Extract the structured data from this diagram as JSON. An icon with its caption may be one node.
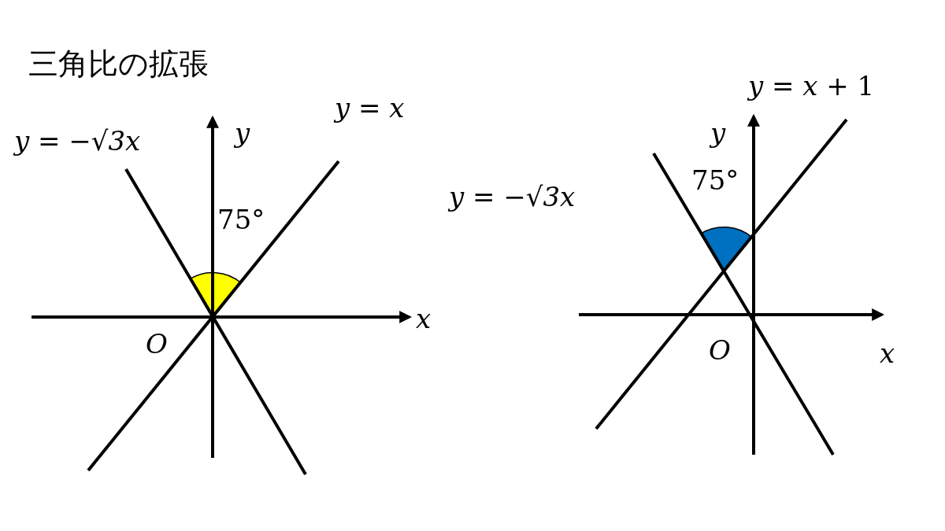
{
  "diagram": {
    "title": "三角比の拡張",
    "labels": [
      "*y* = *x*",
      "*y* = −*√3x*",
      "*y*",
      "75°",
      "*x*",
      "*O*",
      "*y* = *x* + 1",
      "*y*",
      "75°",
      "*y* = −*√3x*",
      "*O*",
      "*x*"
    ]
  }
}
